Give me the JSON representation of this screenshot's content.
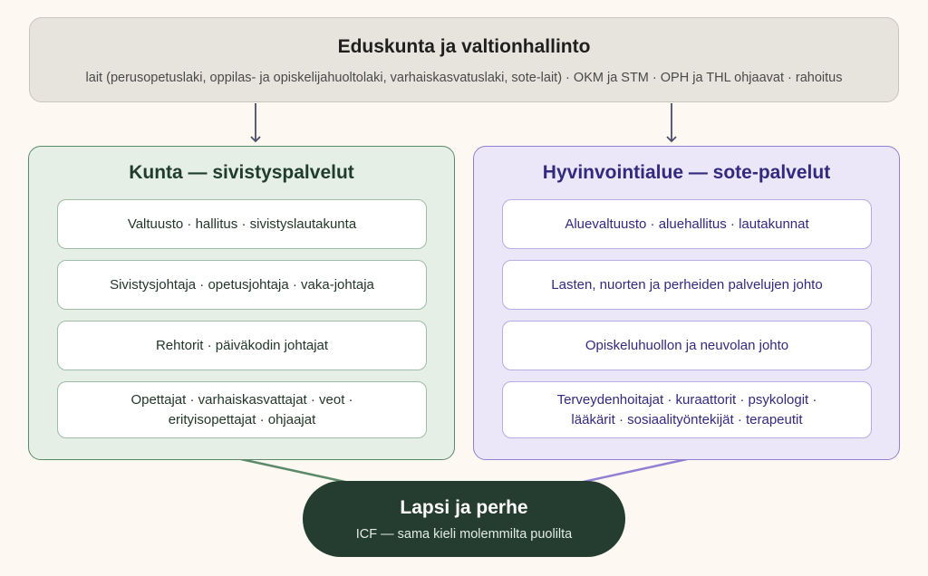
{
  "top": {
    "title": "Eduskunta ja valtionhallinto",
    "subtitle": "lait (perusopetuslaki, oppilas- ja opiskelijahuoltolaki, varhaiskasvatuslaki, sote-lait) · OKM ja STM · OPH ja THL ohjaavat · rahoitus"
  },
  "left": {
    "title": "Kunta — sivistyspalvelut",
    "items": [
      {
        "line1": "Valtuusto · hallitus · sivistyslautakunta",
        "line2": ""
      },
      {
        "line1": "Sivistysjohtaja · opetusjohtaja · vaka-johtaja",
        "line2": ""
      },
      {
        "line1": "Rehtorit · päiväkodin johtajat",
        "line2": ""
      },
      {
        "line1": "Opettajat · varhaiskasvattajat · veot ·",
        "line2": "erityisopettajat · ohjaajat"
      }
    ]
  },
  "right": {
    "title": "Hyvinvointialue — sote-palvelut",
    "items": [
      {
        "line1": "Aluevaltuusto · aluehallitus · lautakunnat",
        "line2": ""
      },
      {
        "line1": "Lasten, nuorten ja perheiden palvelujen johto",
        "line2": ""
      },
      {
        "line1": "Opiskeluhuollon ja neuvolan johto",
        "line2": ""
      },
      {
        "line1": "Terveydenhoitajat · kuraattorit · psykologit ·",
        "line2": "lääkärit · sosiaalityöntekijät · terapeutit"
      }
    ]
  },
  "child": {
    "title": "Lapsi ja perhe",
    "subtitle": "ICF — sama kieli molemmilta puolilta"
  },
  "colors": {
    "arrow": "#4a4d66",
    "left_link": "#5b8a6a",
    "right_link": "#8f80d3"
  }
}
